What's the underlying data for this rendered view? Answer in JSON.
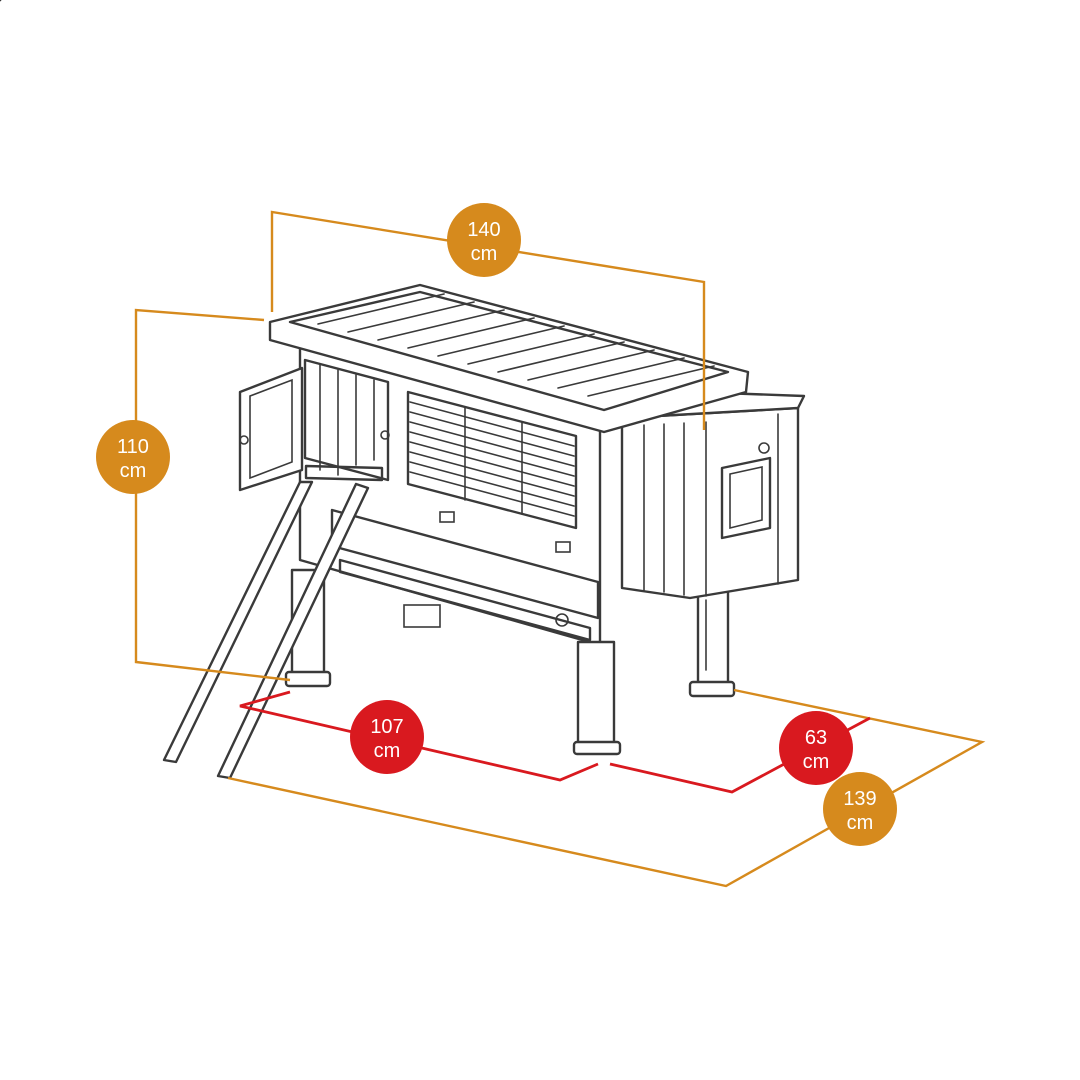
{
  "colors": {
    "overall_dimension": "#d68a1d",
    "inner_dimension": "#d9191f",
    "drawing_line": "#3a3a3a"
  },
  "dimensions": {
    "width_top": {
      "value": "140",
      "unit": "cm"
    },
    "height": {
      "value": "110",
      "unit": "cm"
    },
    "depth": {
      "value": "139",
      "unit": "cm"
    },
    "base_width": {
      "value": "107",
      "unit": "cm"
    },
    "base_depth": {
      "value": "63",
      "unit": "cm"
    }
  }
}
